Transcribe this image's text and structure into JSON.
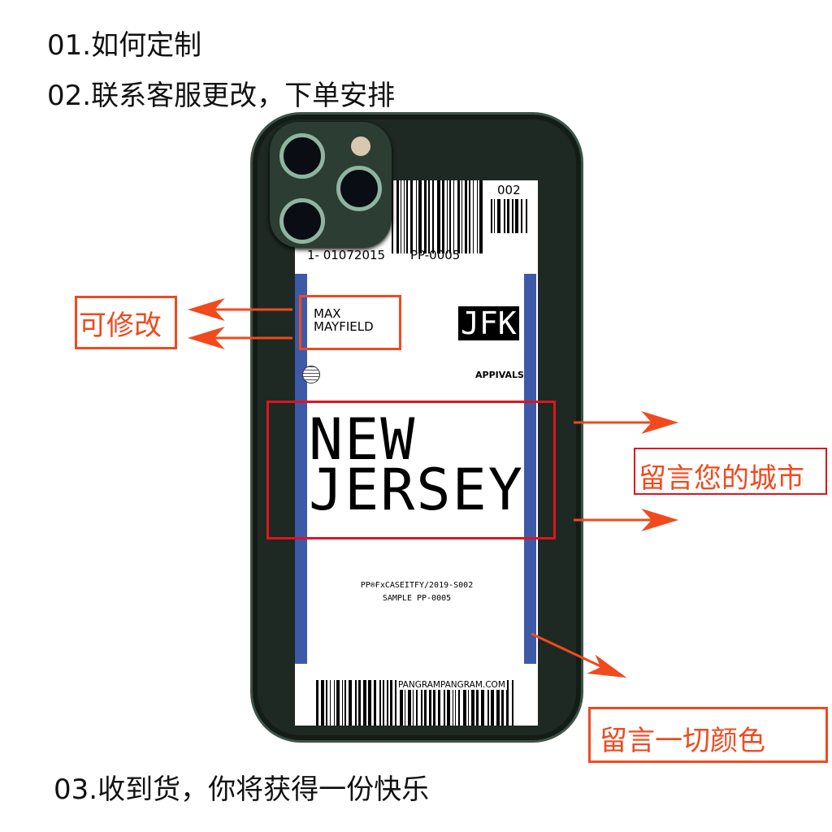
{
  "steps": [
    "01.如何定制",
    "02.联系客服更改，下单安排",
    "03.收到货，你将获得一份快乐"
  ],
  "ticket": {
    "num": "002",
    "date": "1- 01072015",
    "code": "PP-0005",
    "name_line1": "MAX",
    "name_line2": "MAYFIELD",
    "airport": "JFK",
    "arrivals": "APPIVALS",
    "city_line1": "NEW",
    "city_line2": "JERSEY",
    "ref1": "PP®FxCASEITFY/2019-S002",
    "ref2": "SAMPLE PP-0005",
    "site": "PANGRAMPANGRAM.COM"
  },
  "annotations": {
    "editable": "可修改",
    "city": "留言您的城市",
    "color": "留言一切颜色"
  },
  "colors": {
    "accent": "#f04a1e",
    "stripe": "#3d5aa8",
    "case": "#1e2923"
  }
}
